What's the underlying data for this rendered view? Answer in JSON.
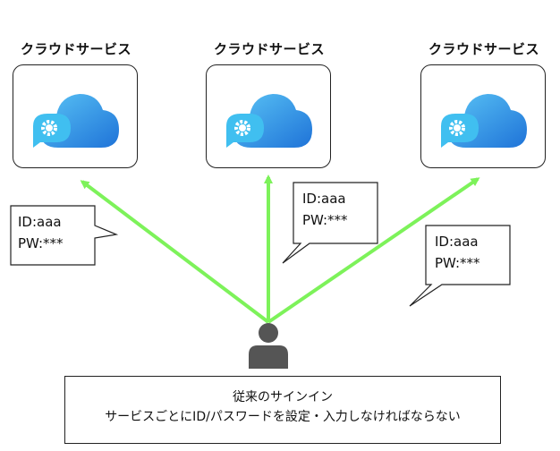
{
  "services": [
    {
      "title": "クラウドサービス"
    },
    {
      "title": "クラウドサービス"
    },
    {
      "title": "クラウドサービス"
    }
  ],
  "bubbles": [
    {
      "id_line": "ID:aaa",
      "pw_line": "PW:***"
    },
    {
      "id_line": "ID:aaa",
      "pw_line": "PW:***"
    },
    {
      "id_line": "ID:aaa",
      "pw_line": "PW:***"
    }
  ],
  "caption": {
    "line1": "従来のサインイン",
    "line2": "サービスごとにID/パスワードを設定・入力しなければならない"
  },
  "colors": {
    "arrow": "#7df25a",
    "cloud_light": "#59c3f5",
    "cloud_dark": "#1f73d8",
    "gear_bg": "#40bff0",
    "user": "#555555"
  },
  "icons": {
    "service": "cloud-gear-icon",
    "user": "user-icon"
  }
}
